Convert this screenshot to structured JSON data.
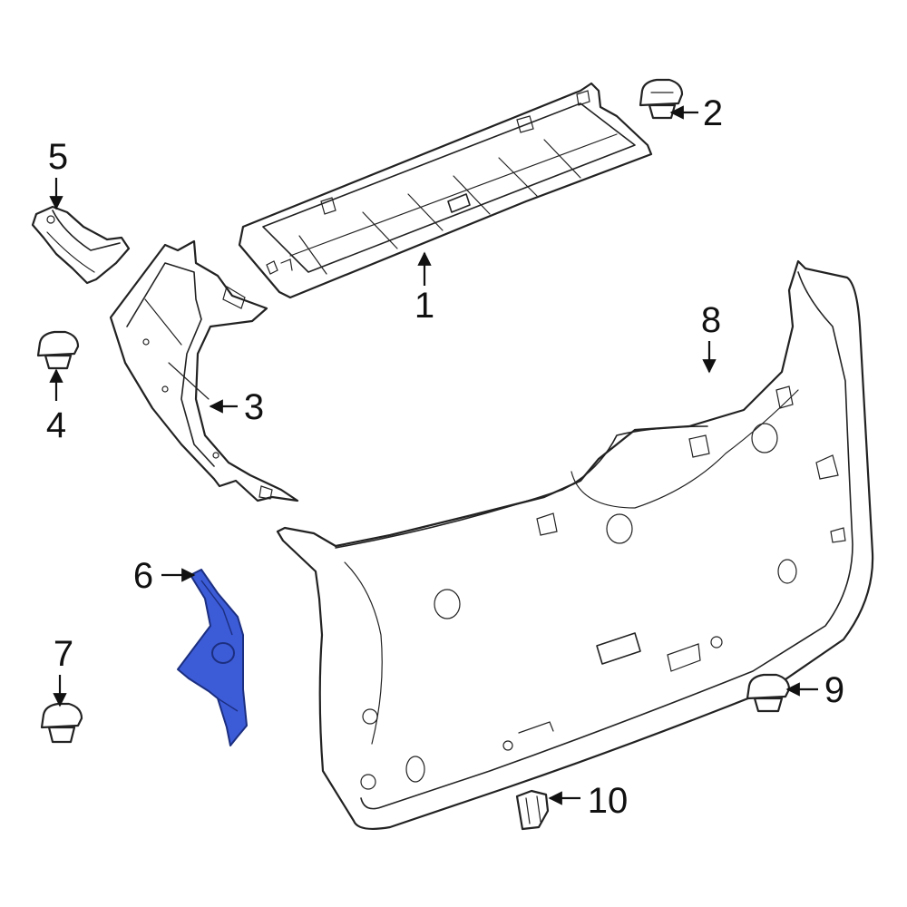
{
  "callouts": [
    {
      "id": "1",
      "label": "1"
    },
    {
      "id": "2",
      "label": "2"
    },
    {
      "id": "3",
      "label": "3"
    },
    {
      "id": "4",
      "label": "4"
    },
    {
      "id": "5",
      "label": "5"
    },
    {
      "id": "6",
      "label": "6"
    },
    {
      "id": "7",
      "label": "7"
    },
    {
      "id": "8",
      "label": "8"
    },
    {
      "id": "9",
      "label": "9"
    },
    {
      "id": "10",
      "label": "10"
    }
  ],
  "colors": {
    "highlight": "#3c5bd6",
    "line": "#222222",
    "background": "#ffffff"
  }
}
